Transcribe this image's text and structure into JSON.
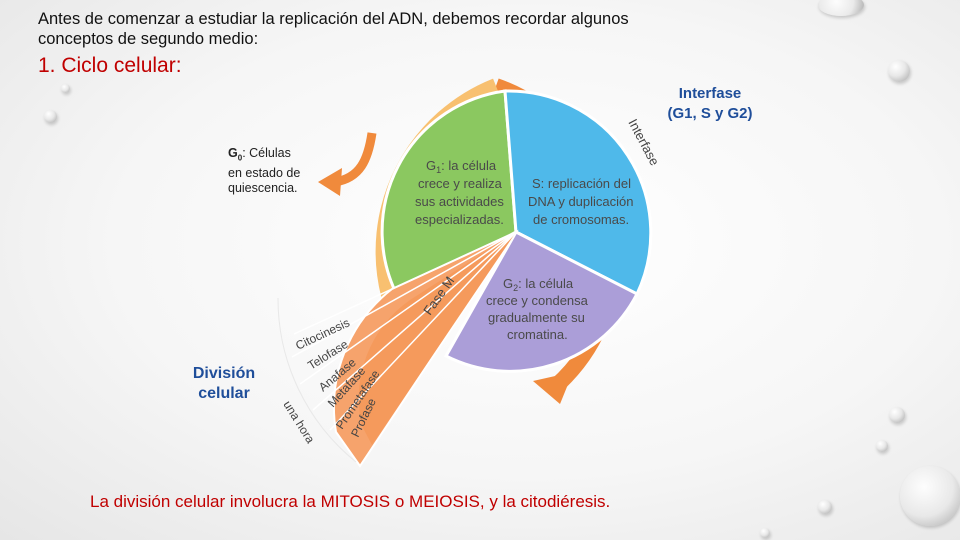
{
  "intro_text": "Antes de comenzar a estudiar la replicación del ADN, debemos recordar algunos conceptos de segundo medio:",
  "heading": "1. Ciclo celular:",
  "interfase_callout": {
    "line1": "Interfase",
    "line2": "(G1, S y G2)"
  },
  "g0_callout": {
    "term": "G",
    "sub": "0",
    "line1": ":   Células",
    "line2": "en estado de",
    "line3": "quiescencia."
  },
  "division_callout": {
    "line1": "División",
    "line2": "celular"
  },
  "footer_text": "La división celular involucra la MITOSIS o MEIOSIS, y la citodiéresis.",
  "diagram": {
    "g1": {
      "prefix": "G",
      "sub": "1",
      "line1": ": la célula",
      "line2": "crece y realiza",
      "line3": "sus actividades",
      "line4": "especializadas."
    },
    "s": {
      "line1": "S: replicación del",
      "line2": "DNA y duplicación",
      "line3": "de cromosomas."
    },
    "g2": {
      "prefix": "G",
      "sub": "2",
      "line1": ": la célula",
      "line2": "crece y condensa",
      "line3": "gradualmente su",
      "line4": "cromatina."
    },
    "arc_label": "Interfase",
    "phase_m_label": "Fase M",
    "m_phases": [
      "Citocinesis",
      "Telofase",
      "Anafase",
      "Metafase",
      "Prometafase",
      "Profase"
    ],
    "one_hour": "una hora"
  },
  "colors": {
    "g1": "#8bc860",
    "s": "#4fb9ea",
    "g2": "#ab9ed8",
    "m": "#f6a36c",
    "arrow": "#f08a3c",
    "blue_text": "#1f4e9a",
    "red_text": "#c00000"
  }
}
